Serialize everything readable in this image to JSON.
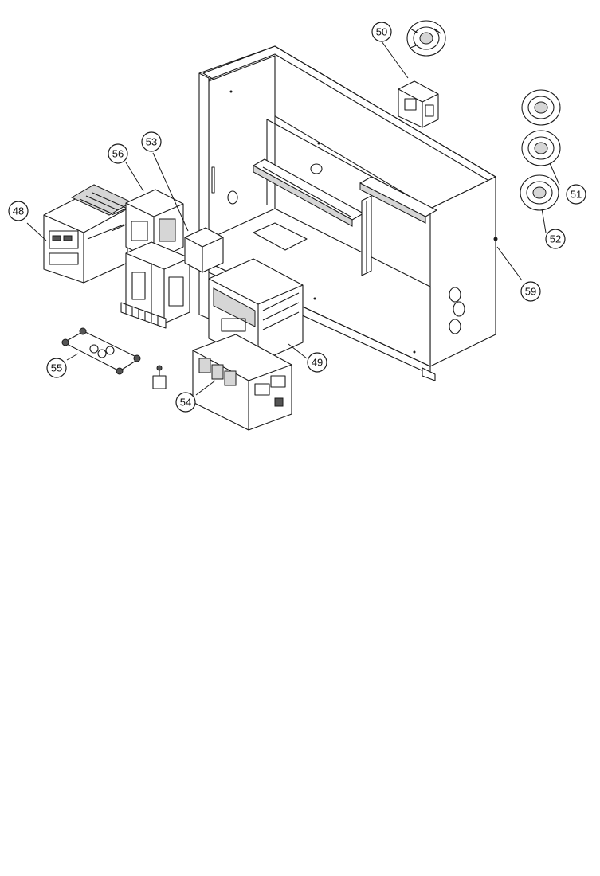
{
  "callouts": [
    {
      "id": "50",
      "label": "50"
    },
    {
      "id": "51",
      "label": "51"
    },
    {
      "id": "52",
      "label": "52"
    },
    {
      "id": "53",
      "label": "53"
    },
    {
      "id": "56",
      "label": "56"
    },
    {
      "id": "48",
      "label": "48"
    },
    {
      "id": "59",
      "label": "59"
    },
    {
      "id": "49",
      "label": "49"
    },
    {
      "id": "55",
      "label": "55"
    },
    {
      "id": "54",
      "label": "54"
    }
  ]
}
